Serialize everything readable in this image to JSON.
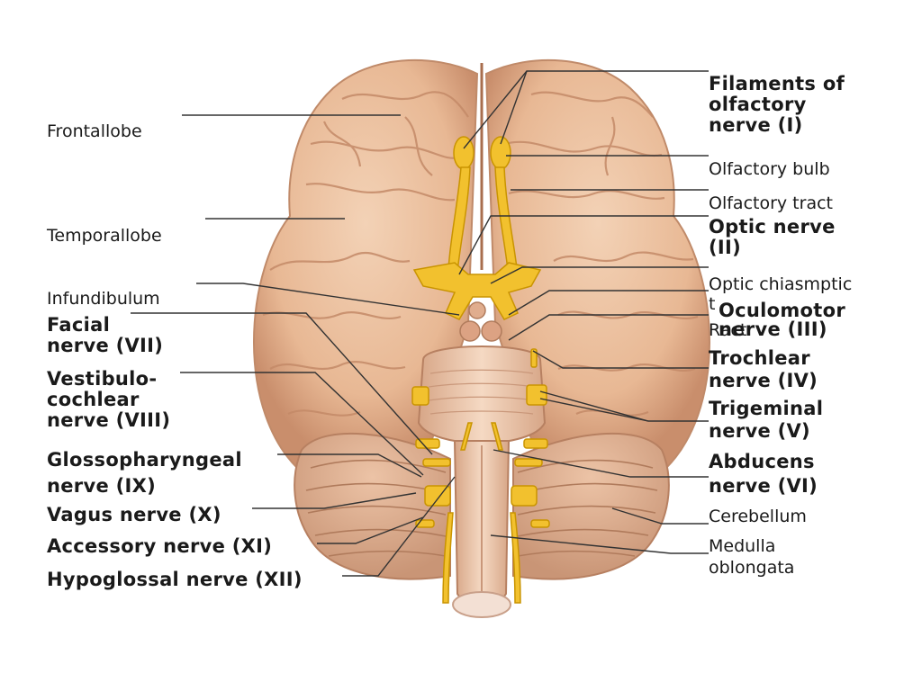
{
  "labels": {
    "frontal_lobe": "Frontallobe",
    "temporal_lobe": "Temporallobe",
    "infundibulum": "Infundibulum",
    "facial_nerve": "Facial\nnerve (VII)",
    "vestibulocochlear_nerve": "Vestibulo-\ncochlear\nnerve (VIII)",
    "glossopharyngeal_nerve": "Glossopharyngeal\nnerve (IX)",
    "vagus_nerve": "Vagus nerve (X)",
    "accessory_nerve": "Accessory nerve (XI)",
    "hypoglossal_nerve": "Hypoglossal nerve (XII)",
    "olfactory_filaments": "Filaments of\nolfactory\nnerve (I)",
    "olfactory_bulb": "Olfactory bulb",
    "olfactory_tract": "Olfactory tract",
    "optic_nerve": "Optic nerve\n(II)",
    "optic_chiasm": "Optic chiasmptic\nt",
    "optic_tract_fragment": "Ract",
    "oculomotor_nerve": "Oculomotor\nnerve (III)",
    "trochlear_nerve": "Trochlear\nnerve (IV)",
    "trigeminal_nerve": "Trigeminal\nnerve (V)",
    "abducens_nerve": "Abducens\nnerve (VI)",
    "cerebellum": "Cerebellum",
    "medulla_oblongata": "Medulla\noblongata"
  },
  "colors": {
    "brain_tissue": "#e8b894",
    "brain_shadow": "#c98e6c",
    "brain_highlight": "#f3d2b6",
    "cerebellum": "#dca88a",
    "nerve_yellow": "#f2c12e",
    "nerve_outline": "#c99400",
    "leader_line": "#333333"
  }
}
